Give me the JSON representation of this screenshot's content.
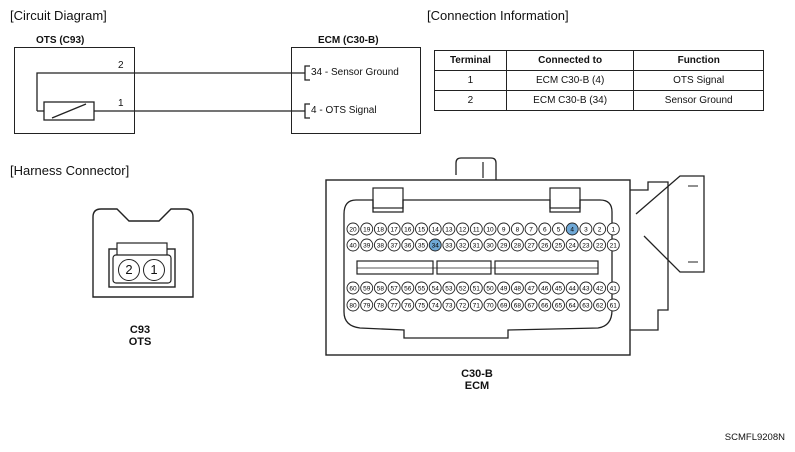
{
  "circuit": {
    "section_title": "[Circuit Diagram]",
    "ots_label": "OTS (C93)",
    "ecm_label": "ECM (C30-B)",
    "wire_pin_2": "2",
    "wire_pin_1": "1",
    "ecm_pin_sensor_ground": "34 - Sensor Ground",
    "ecm_pin_ots_signal": "4 - OTS Signal"
  },
  "connection": {
    "section_title": "[Connection Information]",
    "headers": [
      "Terminal",
      "Connected to",
      "Function"
    ],
    "rows": [
      [
        "1",
        "ECM C30-B (4)",
        "OTS Signal"
      ],
      [
        "2",
        "ECM C30-B (34)",
        "Sensor Ground"
      ]
    ]
  },
  "harness": {
    "section_title": "[Harness Connector]",
    "c93_pins": [
      "2",
      "1"
    ],
    "c93_caption_line1": "C93",
    "c93_caption_line2": "OTS",
    "ecm_caption_line1": "C30-B",
    "ecm_caption_line2": "ECM",
    "ecm_row1": [
      "20",
      "19",
      "18",
      "17",
      "16",
      "15",
      "14",
      "13",
      "12",
      "11",
      "10",
      "9",
      "8",
      "7",
      "6",
      "5",
      "4",
      "3",
      "2",
      "1"
    ],
    "ecm_row2": [
      "40",
      "39",
      "38",
      "37",
      "36",
      "35",
      "34",
      "33",
      "32",
      "31",
      "30",
      "29",
      "28",
      "27",
      "26",
      "25",
      "24",
      "23",
      "22",
      "21"
    ],
    "ecm_row3": [
      "60",
      "59",
      "58",
      "57",
      "56",
      "55",
      "54",
      "53",
      "52",
      "51",
      "50",
      "49",
      "48",
      "47",
      "46",
      "45",
      "44",
      "43",
      "42",
      "41"
    ],
    "ecm_row4": [
      "80",
      "79",
      "78",
      "77",
      "76",
      "75",
      "74",
      "73",
      "72",
      "71",
      "70",
      "69",
      "68",
      "67",
      "66",
      "65",
      "64",
      "63",
      "62",
      "61"
    ],
    "highlight_pins": [
      "4",
      "34"
    ],
    "highlight_color": "#6fa8d6"
  },
  "figure_ref": "SCMFL9208N"
}
